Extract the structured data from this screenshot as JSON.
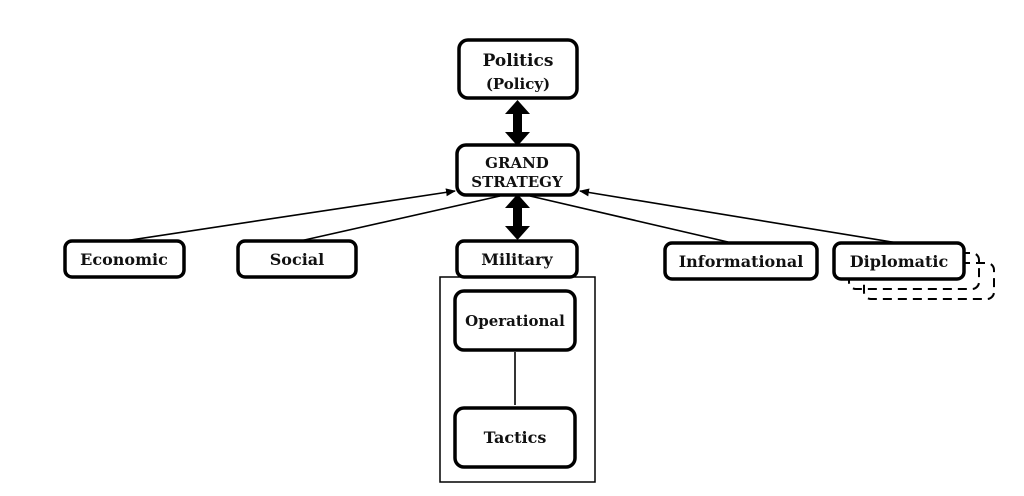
{
  "nodes": {
    "politics": {
      "line1": "Politics",
      "line2": "(Policy)"
    },
    "grand_strategy": {
      "line1": "GRAND",
      "line2": "STRATEGY"
    },
    "economic": "Economic",
    "social": "Social",
    "military": "Military",
    "informational": "Informational",
    "diplomatic": "Diplomatic",
    "operational": "Operational",
    "tactics": "Tactics"
  }
}
